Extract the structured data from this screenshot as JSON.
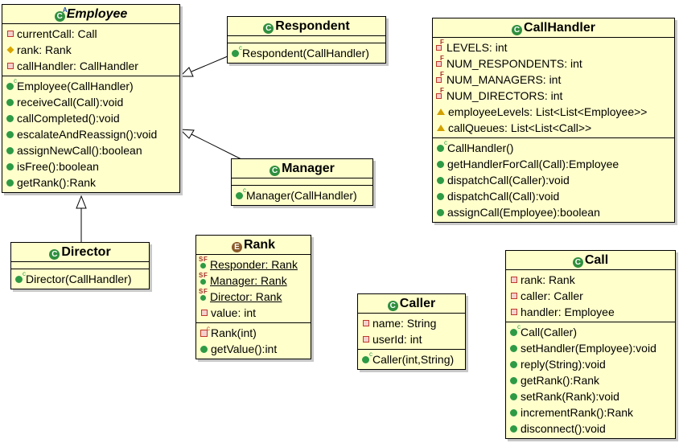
{
  "classes": {
    "employee": {
      "name": "Employee",
      "attributes": [
        {
          "vis": "private",
          "text": "currentCall: Call"
        },
        {
          "vis": "package",
          "text": "rank: Rank"
        },
        {
          "vis": "private",
          "text": "callHandler: CallHandler"
        }
      ],
      "methods": [
        {
          "vis": "ctor",
          "text": "Employee(CallHandler)"
        },
        {
          "vis": "public",
          "text": "receiveCall(Call):void"
        },
        {
          "vis": "public",
          "text": "callCompleted():void"
        },
        {
          "vis": "public",
          "text": "escalateAndReassign():void"
        },
        {
          "vis": "public",
          "text": "assignNewCall():boolean"
        },
        {
          "vis": "public",
          "text": "isFree():boolean"
        },
        {
          "vis": "public",
          "text": "getRank():Rank"
        }
      ]
    },
    "respondent": {
      "name": "Respondent",
      "methods": [
        {
          "vis": "ctor",
          "text": "Respondent(CallHandler)"
        }
      ]
    },
    "manager": {
      "name": "Manager",
      "methods": [
        {
          "vis": "ctor",
          "text": "Manager(CallHandler)"
        }
      ]
    },
    "director": {
      "name": "Director",
      "methods": [
        {
          "vis": "ctor",
          "text": "Director(CallHandler)"
        }
      ]
    },
    "rank": {
      "name": "Rank",
      "attributes": [
        {
          "vis": "static-final",
          "text": "Responder: Rank",
          "underline": true
        },
        {
          "vis": "static-final",
          "text": "Manager: Rank",
          "underline": true
        },
        {
          "vis": "static-final",
          "text": "Director: Rank",
          "underline": true
        },
        {
          "vis": "private",
          "text": "value: int"
        }
      ],
      "methods": [
        {
          "vis": "ctor-private",
          "text": "Rank(int)"
        },
        {
          "vis": "public",
          "text": "getValue():int"
        }
      ]
    },
    "caller": {
      "name": "Caller",
      "attributes": [
        {
          "vis": "private",
          "text": "name: String"
        },
        {
          "vis": "private",
          "text": "userId: int"
        }
      ],
      "methods": [
        {
          "vis": "ctor",
          "text": "Caller(int,String)"
        }
      ]
    },
    "callhandler": {
      "name": "CallHandler",
      "attributes": [
        {
          "vis": "final-private",
          "text": "LEVELS: int"
        },
        {
          "vis": "final-private",
          "text": "NUM_RESPONDENTS: int"
        },
        {
          "vis": "final-private",
          "text": "NUM_MANAGERS: int"
        },
        {
          "vis": "final-private",
          "text": "NUM_DIRECTORS: int"
        },
        {
          "vis": "protected",
          "text": "employeeLevels: List<List<Employee>>"
        },
        {
          "vis": "protected",
          "text": "callQueues: List<List<Call>>"
        }
      ],
      "methods": [
        {
          "vis": "ctor",
          "text": "CallHandler()"
        },
        {
          "vis": "public",
          "text": "getHandlerForCall(Call):Employee"
        },
        {
          "vis": "public",
          "text": "dispatchCall(Caller):void"
        },
        {
          "vis": "public",
          "text": "dispatchCall(Call):void"
        },
        {
          "vis": "public",
          "text": "assignCall(Employee):boolean"
        }
      ]
    },
    "call": {
      "name": "Call",
      "attributes": [
        {
          "vis": "private",
          "text": "rank: Rank"
        },
        {
          "vis": "private",
          "text": "caller: Caller"
        },
        {
          "vis": "private",
          "text": "handler: Employee"
        }
      ],
      "methods": [
        {
          "vis": "ctor",
          "text": "Call(Caller)"
        },
        {
          "vis": "public",
          "text": "setHandler(Employee):void"
        },
        {
          "vis": "public",
          "text": "reply(String):void"
        },
        {
          "vis": "public",
          "text": "getRank():Rank"
        },
        {
          "vis": "public",
          "text": "setRank(Rank):void"
        },
        {
          "vis": "public",
          "text": "incrementRank():Rank"
        },
        {
          "vis": "public",
          "text": "disconnect():void"
        }
      ]
    }
  },
  "colors": {
    "class_fill": "#ffffcc",
    "border": "#000000"
  }
}
